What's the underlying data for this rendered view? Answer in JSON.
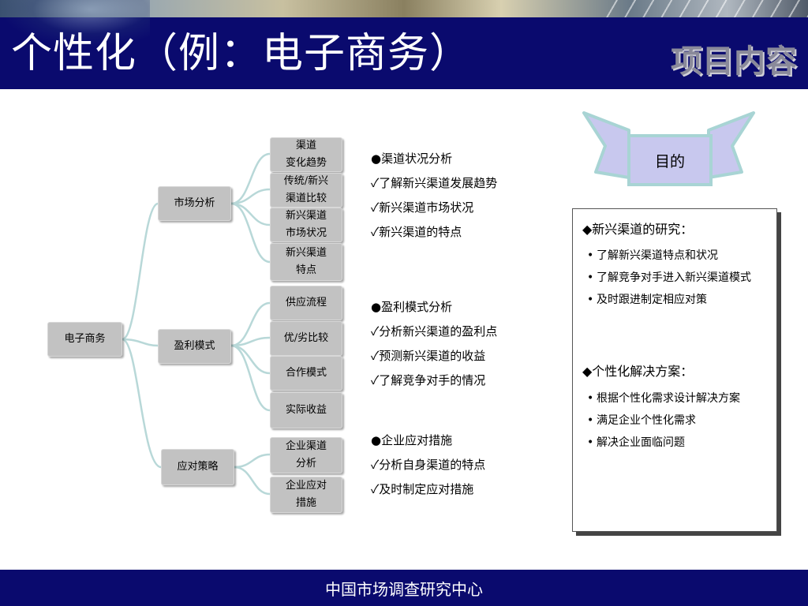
{
  "header": {
    "title": "个性化（例：电子商务）",
    "section_label": "项目内容"
  },
  "tree": {
    "root": "电子商务",
    "branches": [
      {
        "label": "市场分析",
        "leaves": [
          "渠道\n变化趋势",
          "传统/新兴\n渠道比较",
          "新兴渠道\n市场状况",
          "新兴渠道\n特点"
        ]
      },
      {
        "label": "盈利模式",
        "leaves": [
          "供应流程",
          "优/劣比较",
          "合作模式",
          "实际收益"
        ]
      },
      {
        "label": "应对策略",
        "leaves": [
          "企业渠道\n分析",
          "企业应对\n措施"
        ]
      }
    ]
  },
  "analysis": {
    "groups": [
      {
        "title": "●渠道状况分析",
        "items": [
          "✓了解新兴渠道发展趋势",
          "✓新兴渠道市场状况",
          "✓新兴渠道的特点"
        ]
      },
      {
        "title": "●盈利模式分析",
        "items": [
          "✓分析新兴渠道的盈利点",
          "✓预测新兴渠道的收益",
          "✓了解竞争对手的情况"
        ]
      },
      {
        "title": "●企业应对措施",
        "items": [
          "✓分析自身渠道的特点",
          "✓及时制定应对措施"
        ]
      }
    ]
  },
  "ribbon": {
    "label": "目的"
  },
  "purpose": {
    "sections": [
      {
        "heading": "◆新兴渠道的研究：",
        "items": [
          "了解新兴渠道特点和状况",
          "了解竞争对手进入新兴渠道模式",
          "及时跟进制定相应对策"
        ]
      },
      {
        "heading": "◆个性化解决方案：",
        "items": [
          "根据个性化需求设计解决方案",
          "满足企业个性化需求",
          "解决企业面临问题"
        ]
      }
    ]
  },
  "footer": {
    "text": "中国市场调查研究中心"
  },
  "colors": {
    "header_bg": "#0a0a6e",
    "node_bg": "#c2c2c2",
    "connector": "#b8d8d8",
    "ribbon_fill": "#c8c8ee",
    "ribbon_stroke": "#a8d4d4"
  }
}
